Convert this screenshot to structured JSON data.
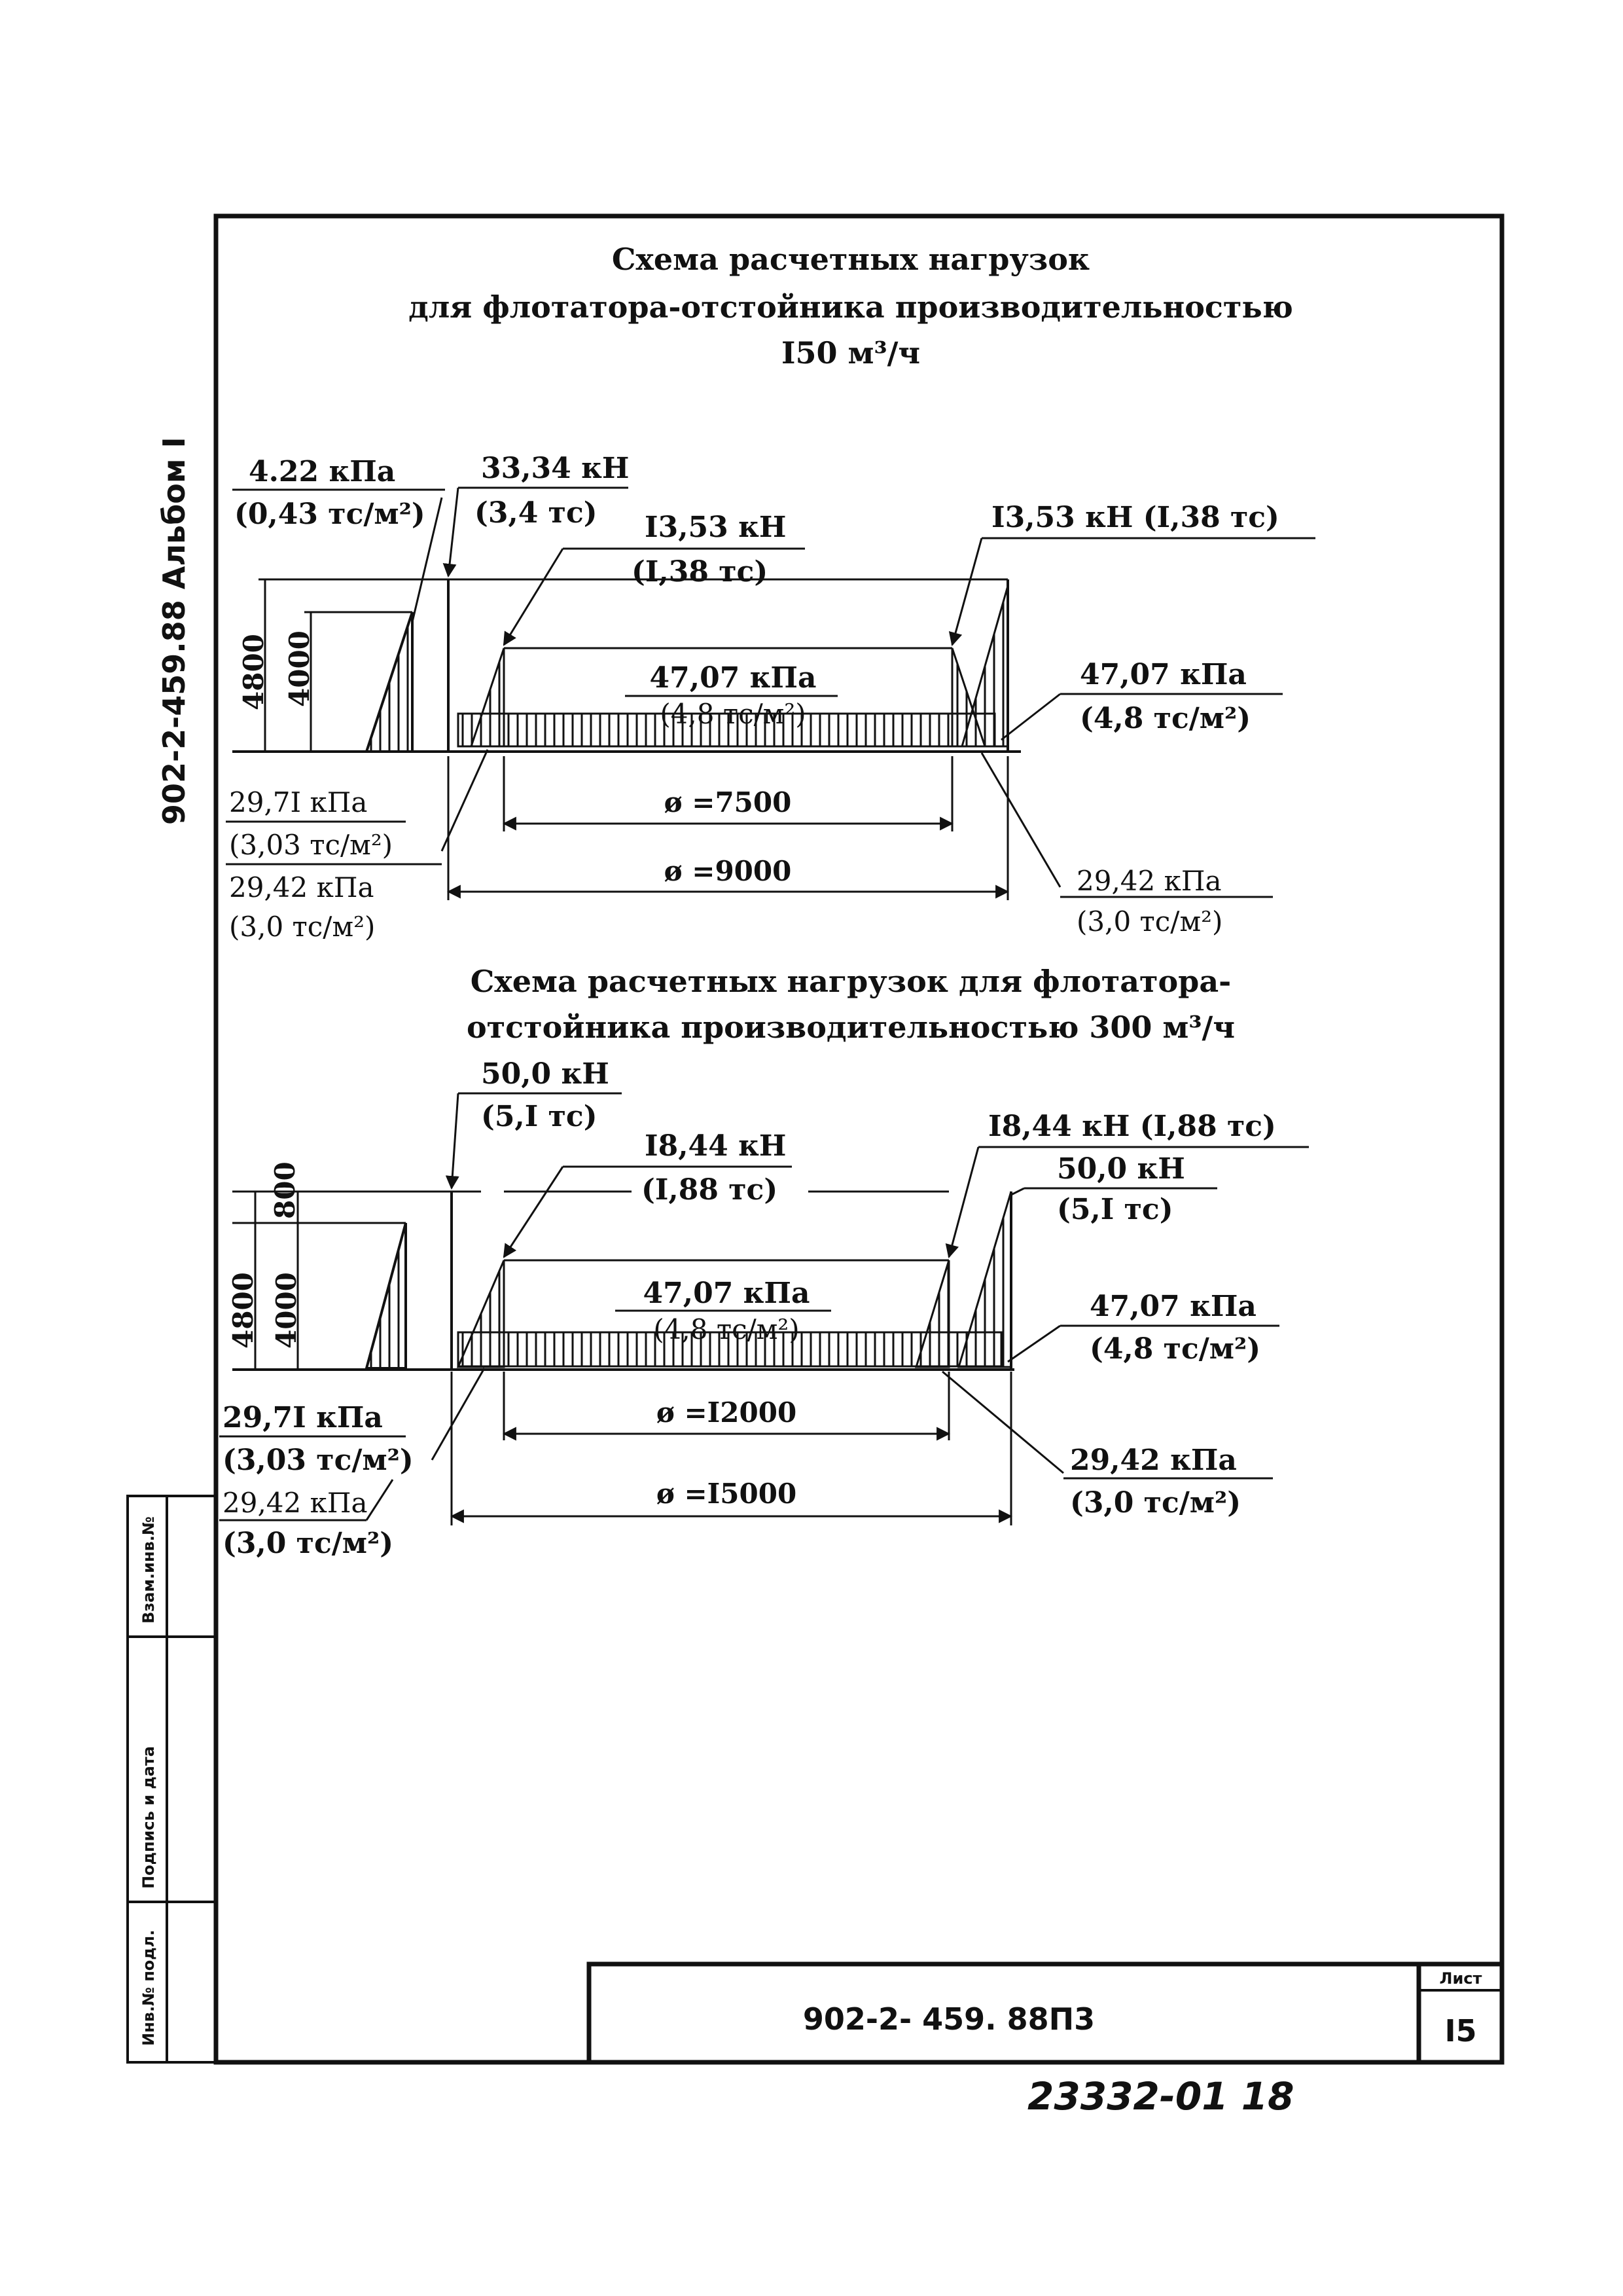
{
  "side_label": "902-2-459.88  Альбом I",
  "diagram1": {
    "title_lines": [
      "Схема расчетных нагрузок",
      "для флотатора-отстойника производительностью",
      "I50 м³/ч"
    ],
    "labels": {
      "wall_pressure": "4.22 кПа",
      "wall_pressure_tc": "(0,43 тс/м²)",
      "force_left": "33,34 кН",
      "force_left_tc": "(3,4 тс)",
      "force_inner": "I3,53 кН",
      "force_inner_tc": "(I,38 тс)",
      "force_right": "I3,53 кН (I,38 тс)",
      "bottom_center": "47,07 кПа",
      "bottom_center_tc": "(4,8 тс/м²)",
      "bottom_right": "47,07 кПа",
      "bottom_right_tc": "(4,8 тс/м²)",
      "base_left_1": "29,7I кПа",
      "base_left_1_tc": "(3,03 тс/м²)",
      "base_left_2": "29,42 кПа",
      "base_left_2_tc": "(3,0 тс/м²)",
      "base_right": "29,42 кПа",
      "base_right_tc": "(3,0 тс/м²)"
    },
    "dims": {
      "h_total": "4800",
      "h_water": "4000",
      "d_inner": "ø =7500",
      "d_outer": "ø =9000"
    }
  },
  "diagram2": {
    "title_lines": [
      "Схема расчетных нагрузок для флотатора-",
      "отстойника производительностью 300 м³/ч"
    ],
    "labels": {
      "force_left": "50,0 кН",
      "force_left_tc": "(5,I тс)",
      "force_inner": "I8,44 кН",
      "force_inner_tc": "(I,88 тс)",
      "force_right": "I8,44 кН (I,88 тс)",
      "force_right_2": "50,0 кН",
      "force_right_2_tc": "(5,I тс)",
      "bottom_center": "47,07 кПа",
      "bottom_center_tc": "(4,8 тс/м²)",
      "bottom_right": "47,07 кПа",
      "bottom_right_tc": "(4,8 тс/м²)",
      "base_left_1": "29,7I кПа",
      "base_left_1_tc": "(3,03 тс/м²)",
      "base_left_2": "29,42 кПа",
      "base_left_2_tc": "(3,0 тс/м²)",
      "base_right": "29,42 кПа",
      "base_right_tc": "(3,0 тс/м²)"
    },
    "dims": {
      "h_top": "800",
      "h_total": "4800",
      "h_water": "4000",
      "d_inner": "ø =I2000",
      "d_outer": "ø =I5000"
    }
  },
  "stamp_cols": [
    "Инв.№ подл.",
    "Подпись и дата",
    "Взам.инв.№"
  ],
  "title_block": {
    "code": "902-2- 459. 88П3",
    "sheet_label": "Лист",
    "sheet_no": "I5"
  },
  "handwritten": "23332-01 18"
}
